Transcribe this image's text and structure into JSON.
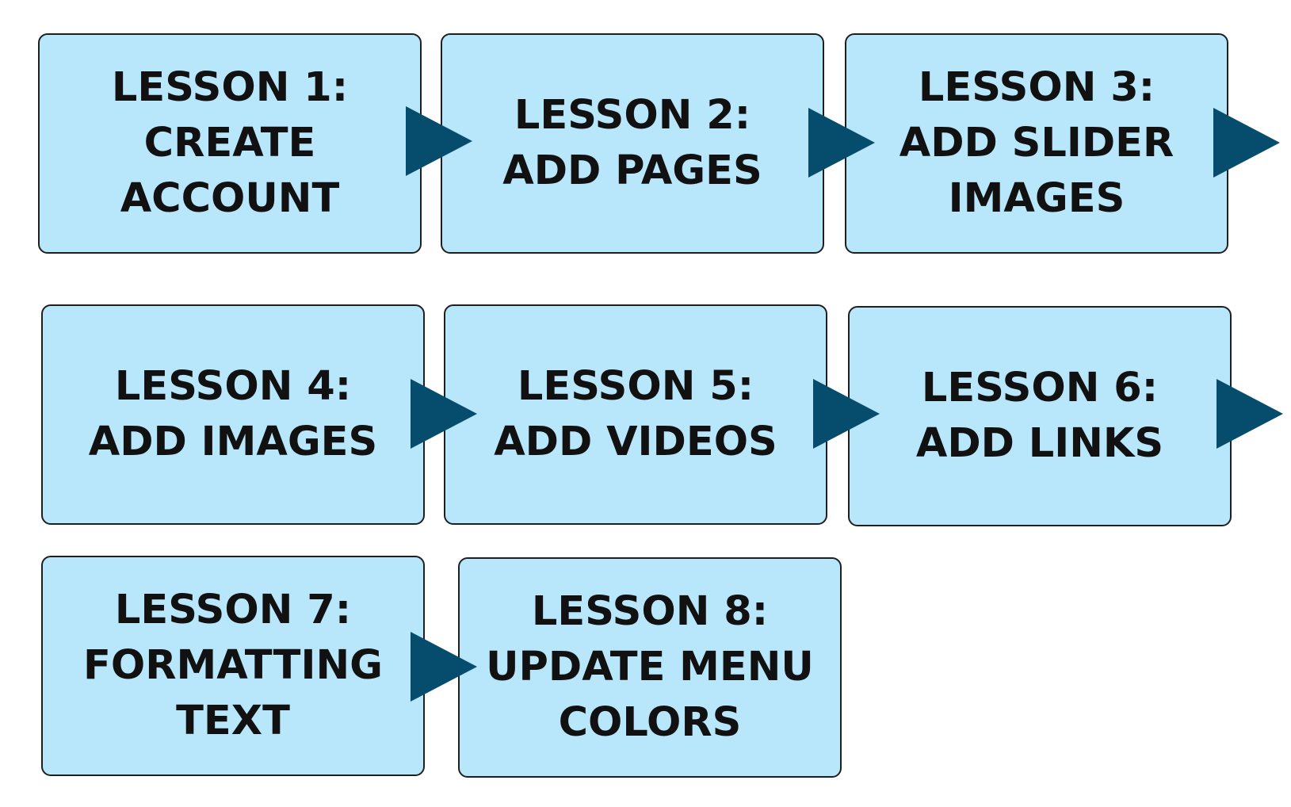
{
  "colors": {
    "box_fill": "#b8e6fb",
    "box_border": "#1f1f1f",
    "arrow": "#064d6d",
    "text": "#111111",
    "background": "#ffffff"
  },
  "lessons": [
    {
      "lines": [
        "LESSON 1:",
        "CREATE",
        "ACCOUNT"
      ]
    },
    {
      "lines": [
        "LESSON 2:",
        "ADD PAGES"
      ]
    },
    {
      "lines": [
        "LESSON 3:",
        "ADD SLIDER",
        "IMAGES"
      ]
    },
    {
      "lines": [
        "LESSON 4:",
        "ADD IMAGES"
      ]
    },
    {
      "lines": [
        "LESSON 5:",
        "ADD VIDEOS"
      ]
    },
    {
      "lines": [
        "LESSON 6:",
        "ADD LINKS"
      ]
    },
    {
      "lines": [
        "LESSON 7:",
        "FORMATTING",
        "TEXT"
      ]
    },
    {
      "lines": [
        "LESSON 8:",
        "UPDATE MENU",
        "COLORS"
      ]
    }
  ],
  "arrows": [
    {
      "icon": "arrow-right-icon"
    },
    {
      "icon": "arrow-right-icon"
    },
    {
      "icon": "arrow-right-icon"
    },
    {
      "icon": "arrow-right-icon"
    },
    {
      "icon": "arrow-right-icon"
    },
    {
      "icon": "arrow-right-icon"
    },
    {
      "icon": "arrow-right-icon"
    }
  ]
}
